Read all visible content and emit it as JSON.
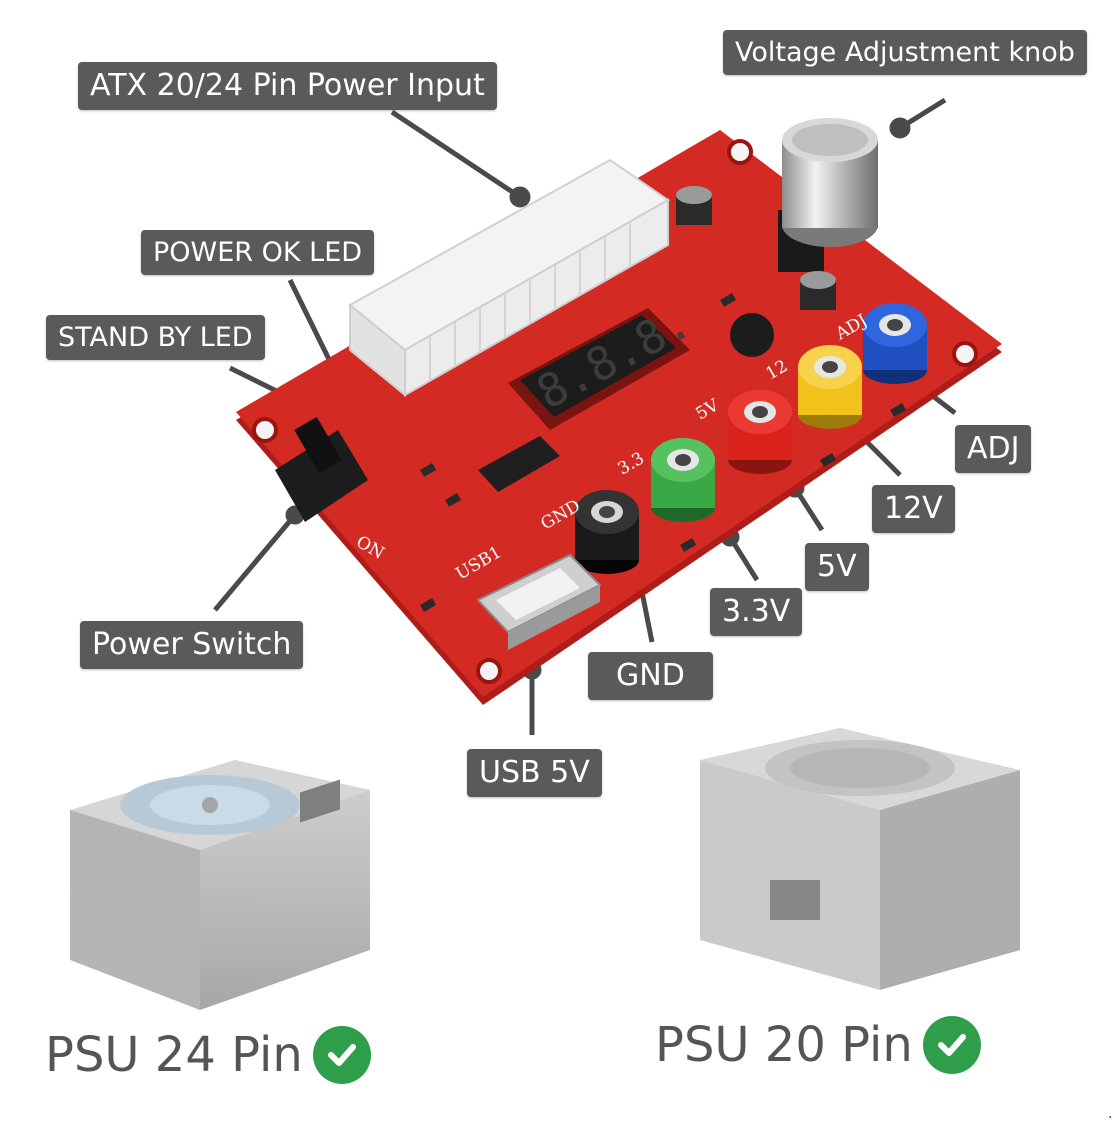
{
  "callouts": {
    "atx_input": "ATX 20/24 Pin Power Input",
    "voltage_knob": "Voltage Adjustment knob",
    "power_ok_led": "POWER OK LED",
    "standby_led": "STAND BY LED",
    "adj": "ADJ",
    "v12": "12V",
    "v5": "5V",
    "v33": "3.3V",
    "gnd": "GND",
    "power_switch": "Power Switch",
    "usb5v": "USB 5V"
  },
  "board": {
    "display_digits": "8.8.8.",
    "silk_gnd": "GND",
    "silk_usb": "USB1",
    "silk_on": "ON",
    "silk_33": "3.3",
    "silk_5": "5V",
    "silk_12": "12",
    "silk_adj": "ADJ"
  },
  "psu": {
    "left_label": "PSU 24 Pin",
    "right_label": "PSU 20 Pin"
  },
  "trailing_mark": ".",
  "colors": {
    "board_red": "#d32a24",
    "callout_bg": "#5a5a5a",
    "check_green": "#2e9e4a",
    "post_blue": "#1f4fc0",
    "post_yellow": "#f0c21a",
    "post_red": "#d9221c",
    "post_green": "#3aa845",
    "post_black": "#1a1a1a"
  }
}
